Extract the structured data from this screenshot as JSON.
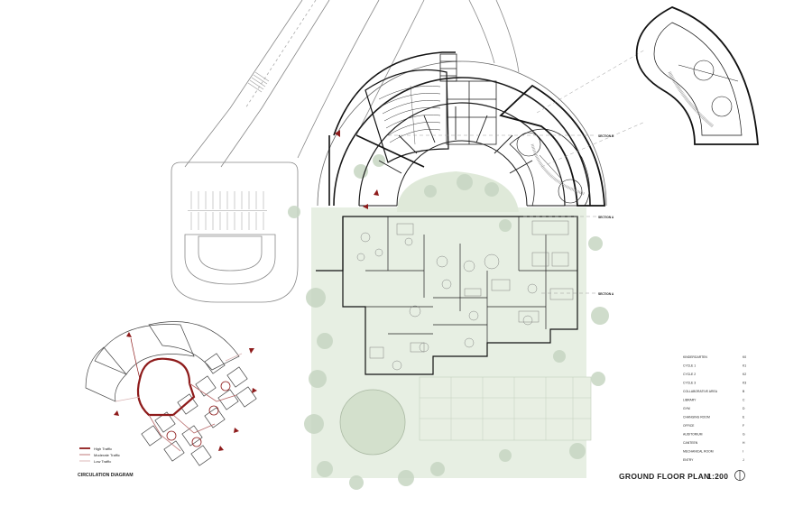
{
  "plan": {
    "title": "GROUND FLOOR PLAN",
    "scale": "1:200",
    "sections": [
      "SECTION B",
      "SECTION A",
      "SECTION A"
    ]
  },
  "legend": {
    "items": [
      {
        "name": "KINDERGARTEN",
        "code": "K0"
      },
      {
        "name": "CYCLE 1",
        "code": "K1"
      },
      {
        "name": "CYCLE 2",
        "code": "K2"
      },
      {
        "name": "CYCLE 3",
        "code": "K3"
      },
      {
        "name": "COLLABORATIVE AREA",
        "code": "B"
      },
      {
        "name": "LIBRARY",
        "code": "C"
      },
      {
        "name": "GYM",
        "code": "D"
      },
      {
        "name": "CHANGING ROOM",
        "code": "E"
      },
      {
        "name": "OFFICE",
        "code": "F"
      },
      {
        "name": "AUDITORIUM",
        "code": "G"
      },
      {
        "name": "CANTEEN",
        "code": "H"
      },
      {
        "name": "MECHANICAL ROOM",
        "code": "I"
      },
      {
        "name": "ENTRY",
        "code": "J"
      }
    ]
  },
  "circulation": {
    "title": "CIRCULATION DIAGRAM",
    "traffic": [
      {
        "label": "High Traffic",
        "color": "#8e1b1b"
      },
      {
        "label": "Moderate Traffic",
        "color": "#b86a6a"
      },
      {
        "label": "Low Traffic",
        "color": "#d9b3b3"
      }
    ]
  },
  "colors": {
    "landscape": "#dfe9d9",
    "tree": "#c7d6c3",
    "wall": "#1a1a1a",
    "accent": "#8e1b1b"
  }
}
